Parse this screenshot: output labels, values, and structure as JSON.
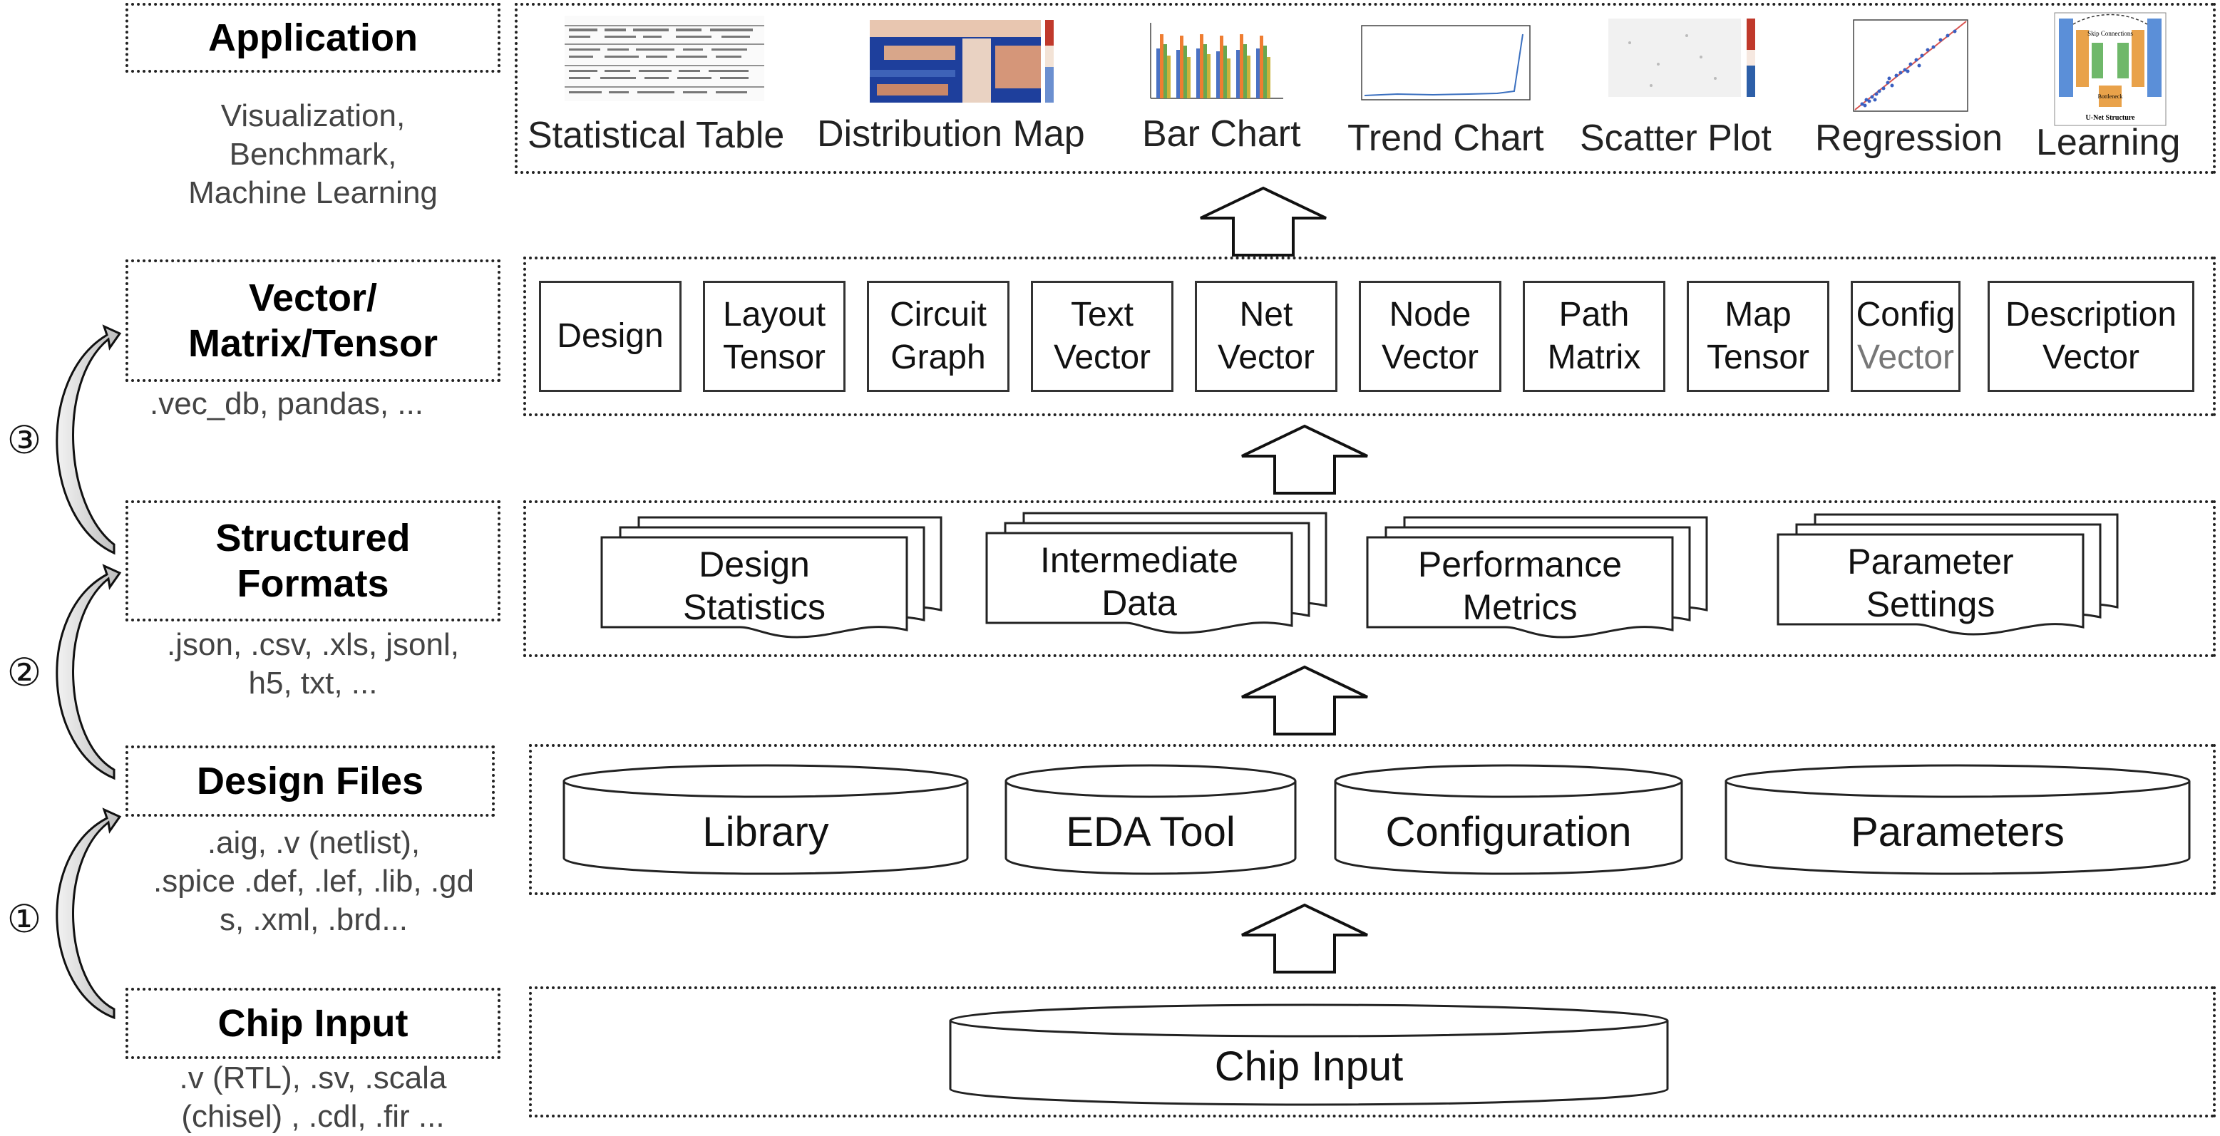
{
  "levels": {
    "application": {
      "title": "Application",
      "sub": [
        "Visualization,",
        "Benchmark,",
        "Machine Learning"
      ]
    },
    "vector": {
      "title": [
        "Vector/",
        "Matrix/Tensor"
      ],
      "sub": [
        ".vec_db,  pandas, ..."
      ]
    },
    "structured": {
      "title": [
        "Structured",
        "Formats"
      ],
      "sub": [
        ".json, .csv, .xls, jsonl,",
        "h5, txt, ..."
      ]
    },
    "design": {
      "title": "Design Files",
      "sub": [
        ".aig, .v (netlist),",
        ".spice .def, .lef, .lib, .gd",
        "s, .xml, .brd..."
      ]
    },
    "chip": {
      "title": "Chip Input",
      "sub": [
        ".v (RTL), .sv, .scala",
        "(chisel) ,  .cdl, .fir ..."
      ]
    }
  },
  "steps": [
    "①",
    "②",
    "③"
  ],
  "application_items": [
    "Statistical Table",
    "Distribution Map",
    "Bar Chart",
    "Trend Chart",
    "Scatter Plot",
    "Regression",
    "Learning"
  ],
  "learning_thumb": {
    "skip": "Skip Connections",
    "bottleneck": "Bottleneck",
    "structure": "U-Net Structure"
  },
  "vector_items": [
    {
      "l1": "Design",
      "l2": ""
    },
    {
      "l1": "Layout",
      "l2": "Tensor"
    },
    {
      "l1": "Circuit",
      "l2": "Graph"
    },
    {
      "l1": "Text",
      "l2": "Vector"
    },
    {
      "l1": "Net",
      "l2": "Vector"
    },
    {
      "l1": "Node",
      "l2": "Vector"
    },
    {
      "l1": "Path",
      "l2": "Matrix"
    },
    {
      "l1": "Map",
      "l2": "Tensor"
    },
    {
      "l1": "Config",
      "l2": "Vector"
    },
    {
      "l1": "Description",
      "l2": "Vector"
    }
  ],
  "structured_items": [
    {
      "l1": "Design",
      "l2": "Statistics"
    },
    {
      "l1": "Intermediate",
      "l2": "Data"
    },
    {
      "l1": "Performance",
      "l2": "Metrics"
    },
    {
      "l1": "Parameter",
      "l2": "Settings"
    }
  ],
  "design_items": [
    "Library",
    "EDA Tool",
    "Configuration",
    "Parameters"
  ],
  "chip_items": [
    "Chip Input"
  ]
}
